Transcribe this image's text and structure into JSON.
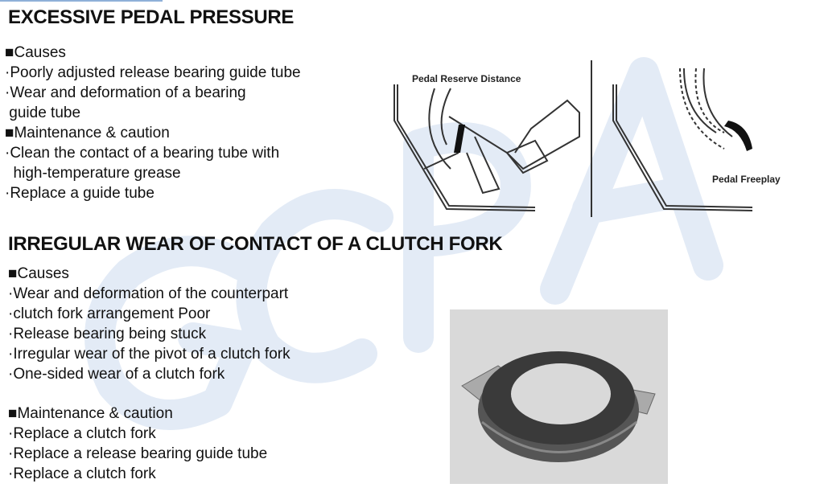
{
  "section1": {
    "title": "EXCESSIVE PEDAL PRESSURE",
    "lines": [
      "■Causes",
      "·Poorly adjusted release bearing guide tube",
      "·Wear and deformation of a bearing",
      " guide tube",
      "■Maintenance & caution",
      "·Clean the contact of a bearing tube with",
      "  high-temperature grease",
      "·Replace a guide tube"
    ],
    "figure": {
      "label_left": "Pedal Reserve Distance",
      "label_right": "Pedal Freeplay"
    }
  },
  "section2": {
    "title": "IRREGULAR WEAR OF CONTACT OF A CLUTCH FORK",
    "causes": [
      "■Causes",
      "·Wear and deformation of the counterpart",
      "·clutch fork arrangement Poor",
      "·Release bearing being stuck",
      "·Irregular wear of the pivot of a clutch fork",
      "·One-sided wear of a clutch fork"
    ],
    "maintenance": [
      "■Maintenance & caution",
      "·Replace a clutch fork",
      "·Replace a release bearing guide tube",
      "·Replace a clutch fork"
    ]
  },
  "watermark": "GCPA",
  "colors": {
    "watermark": "#dfe8f4",
    "accent": "#8fb0d8"
  }
}
